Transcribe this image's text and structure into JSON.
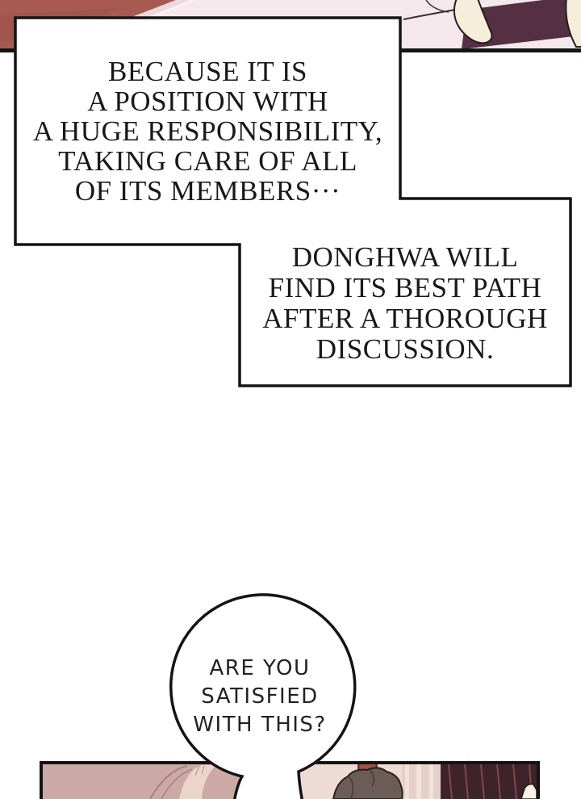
{
  "page_type": "webtoon comic page",
  "palette": {
    "ink_outline": "#141414",
    "top_panel_pink": "#f5e8ec",
    "brick_red_table": "#a85952",
    "plum_object": "#543042",
    "skin_cream": "#f6eedb",
    "wall_dusty_rose": "#cbaaa6",
    "pale_pink_wall": "#eedbd6",
    "door_frame_brown": "#9b544b",
    "curtain_maroon": "#3f232b",
    "dark_hair_gray": "#6b5c57",
    "bubble_fill": "#ffffff"
  },
  "bubbles": {
    "statement": {
      "lines": [
        "BECAUSE IT IS",
        "A POSITION WITH",
        "A HUGE RESPONSIBILITY,",
        "TAKING CARE OF ALL",
        "OF ITS MEMBERS···"
      ]
    },
    "reply": {
      "lines": [
        "DONGHWA WILL",
        "FIND ITS BEST PATH",
        "AFTER A THOROUGH",
        "DISCUSSION."
      ]
    },
    "question": {
      "lines": [
        "ARE YOU",
        "SATISFIED",
        "WITH THIS?"
      ]
    }
  }
}
